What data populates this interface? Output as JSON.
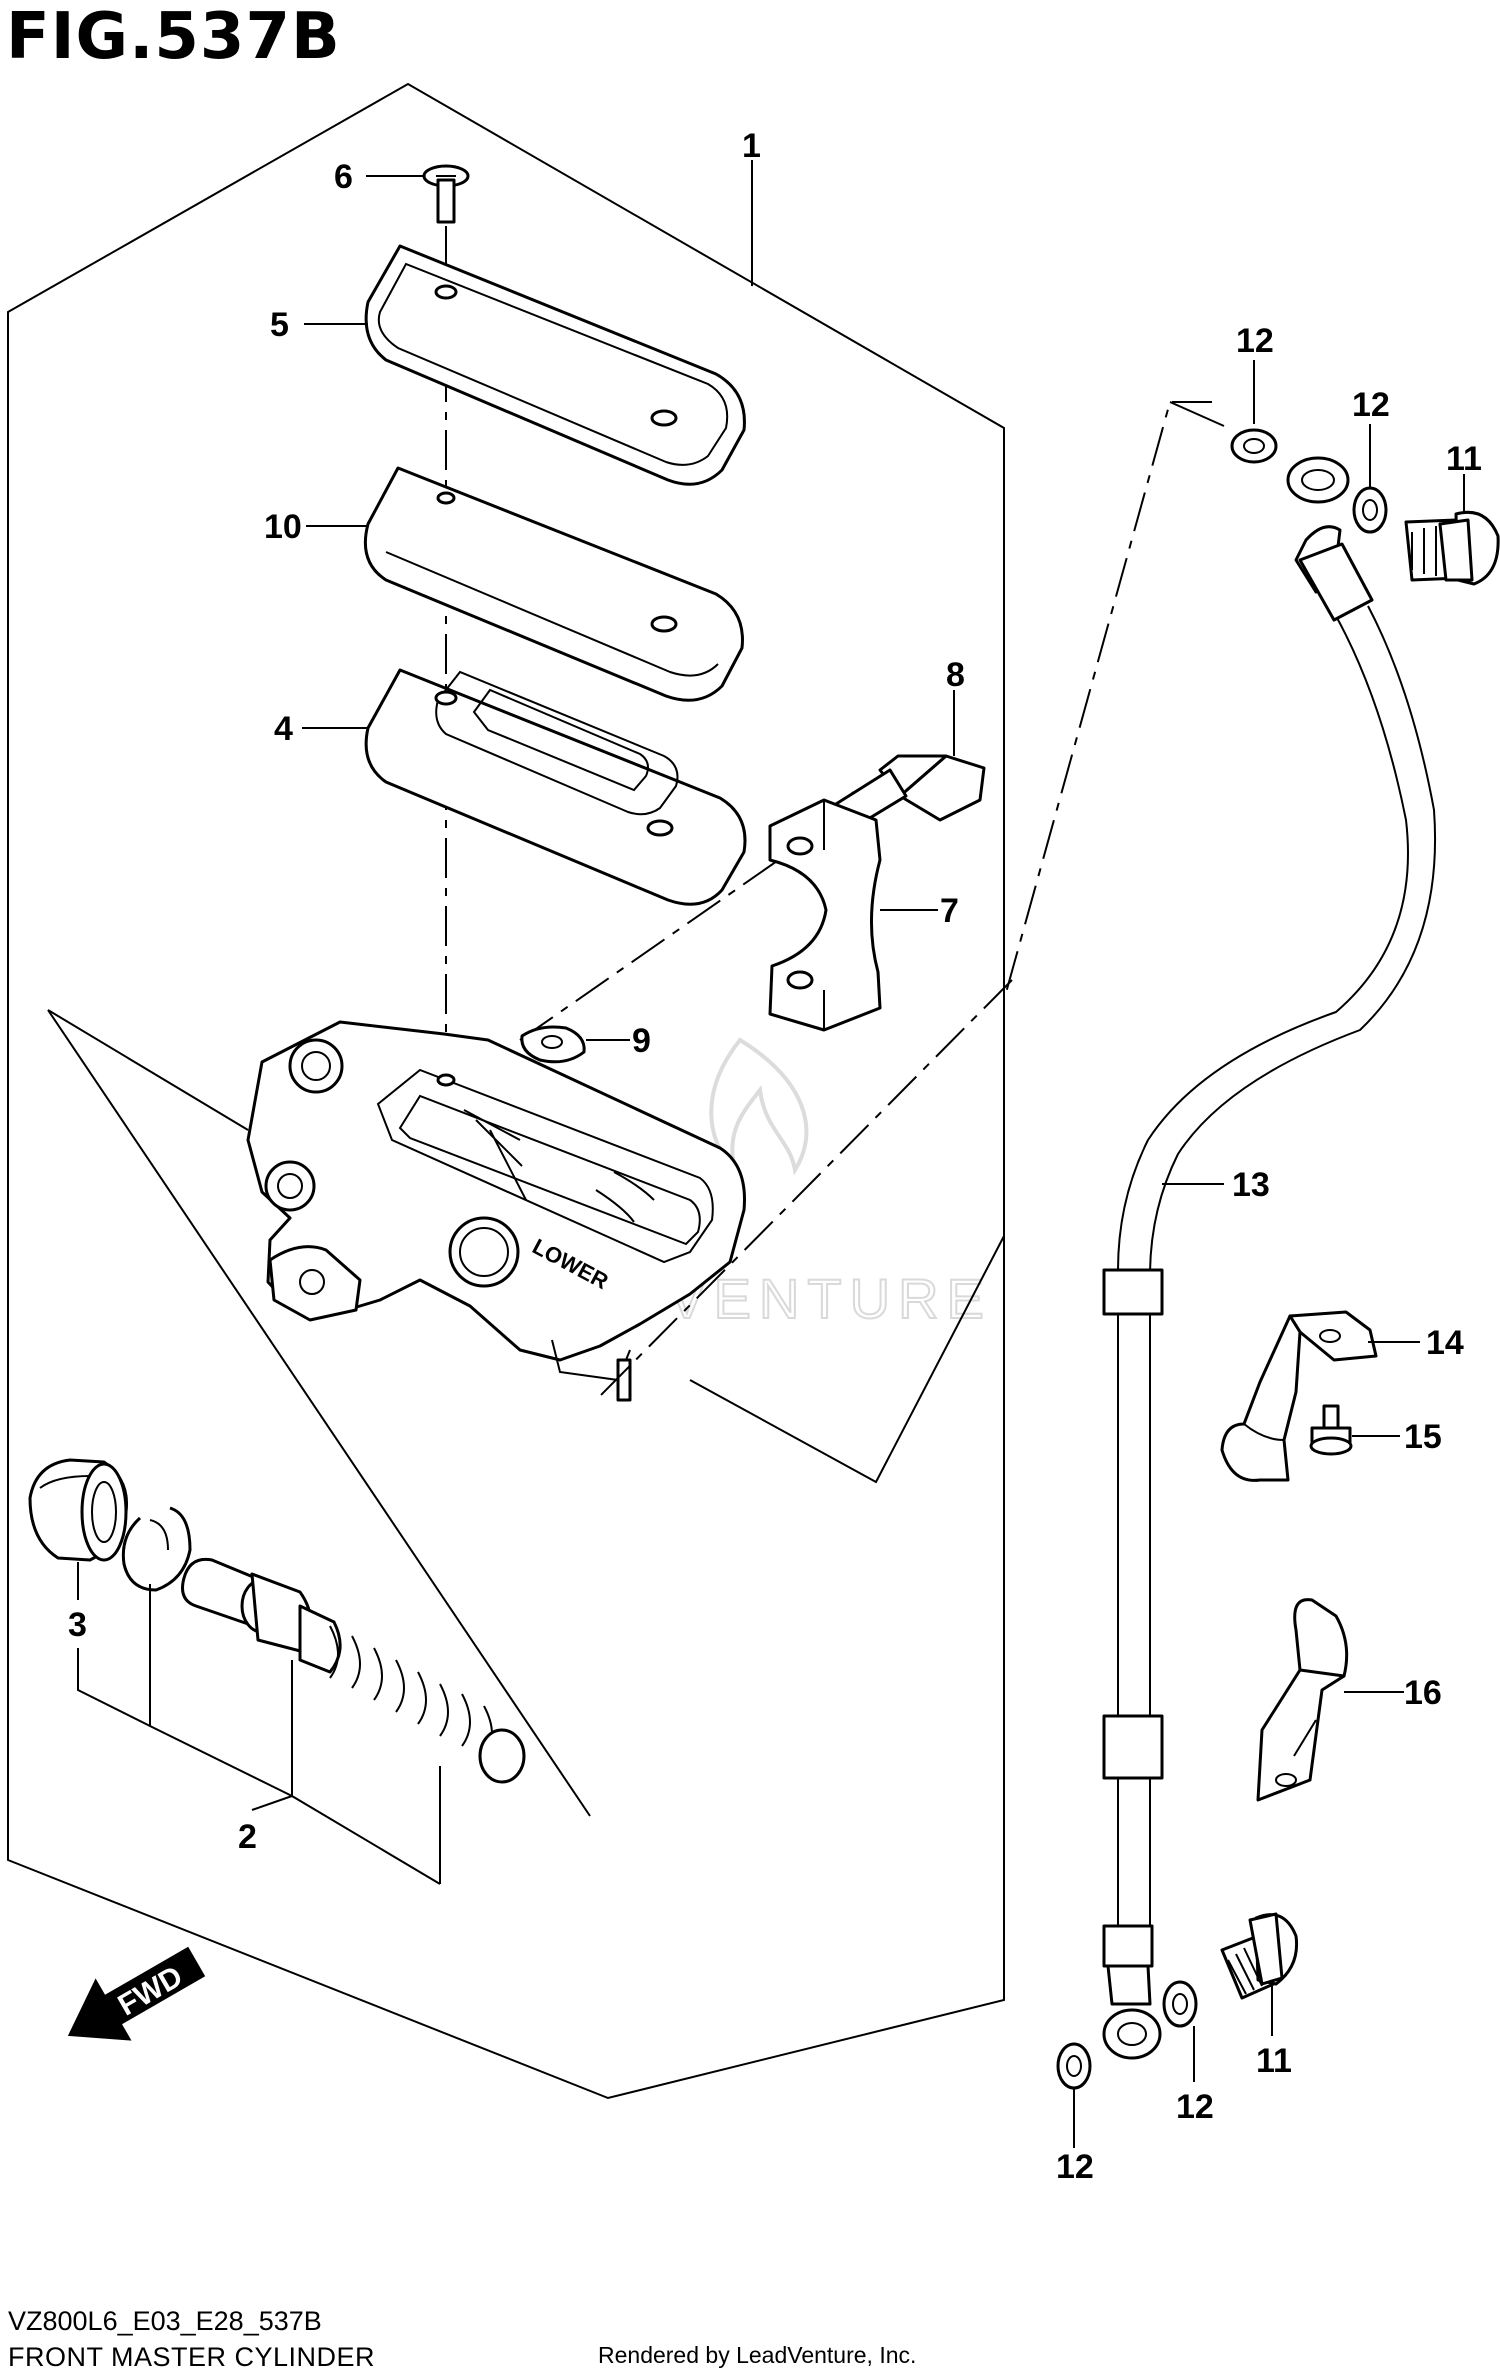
{
  "figure_title": "FIG.537B",
  "model_code": "VZ800L6_E03_E28_537B",
  "assembly_name": "FRONT MASTER CYLINDER",
  "rendered_by": "Rendered by LeadVenture, Inc.",
  "watermark": "LEADVENTURE",
  "fwd_label": "FWD",
  "callouts": {
    "c1": "1",
    "c2": "2",
    "c3": "3",
    "c4": "4",
    "c5": "5",
    "c6": "6",
    "c7": "7",
    "c8": "8",
    "c9": "9",
    "c10": "10",
    "c11a": "11",
    "c11b": "11",
    "c12a": "12",
    "c12b": "12",
    "c12c": "12",
    "c12d": "12",
    "c13": "13",
    "c14": "14",
    "c15": "15",
    "c16": "16"
  },
  "body_marking": "LOWER"
}
